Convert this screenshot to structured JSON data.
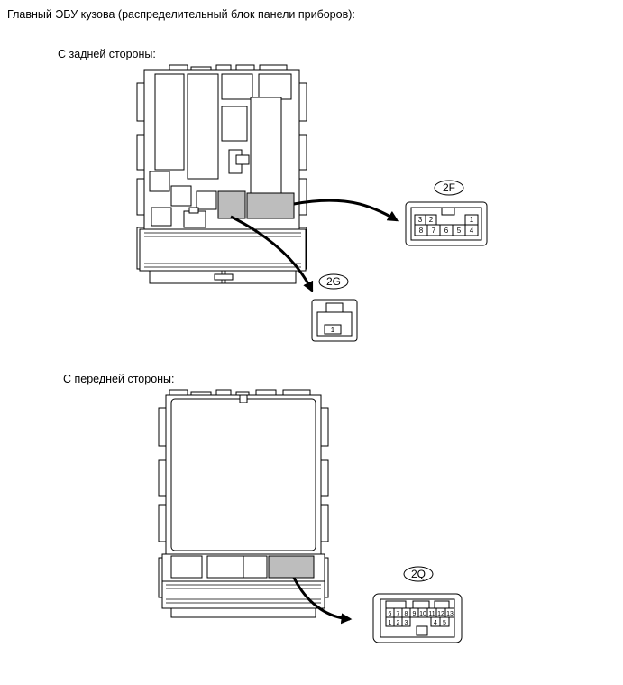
{
  "title": "Главный ЭБУ кузова (распределительный блок панели приборов):",
  "rear_label": "С задней стороны:",
  "front_label": "С передней стороны:",
  "connectors": {
    "c2F": {
      "id": "2F",
      "top_row": [
        "3",
        "2",
        "1"
      ],
      "bottom_row": [
        "8",
        "7",
        "6",
        "5",
        "4"
      ]
    },
    "c2G": {
      "id": "2G",
      "pin": "1"
    },
    "c2Q": {
      "id": "2Q",
      "top_row": [
        "6",
        "7",
        "8",
        "9",
        "10",
        "11",
        "12",
        "13"
      ],
      "bottom_row": [
        "1",
        "2",
        "3",
        "4",
        "5"
      ]
    }
  },
  "colors": {
    "highlight": "#bdbdbd",
    "line": "#000000"
  }
}
